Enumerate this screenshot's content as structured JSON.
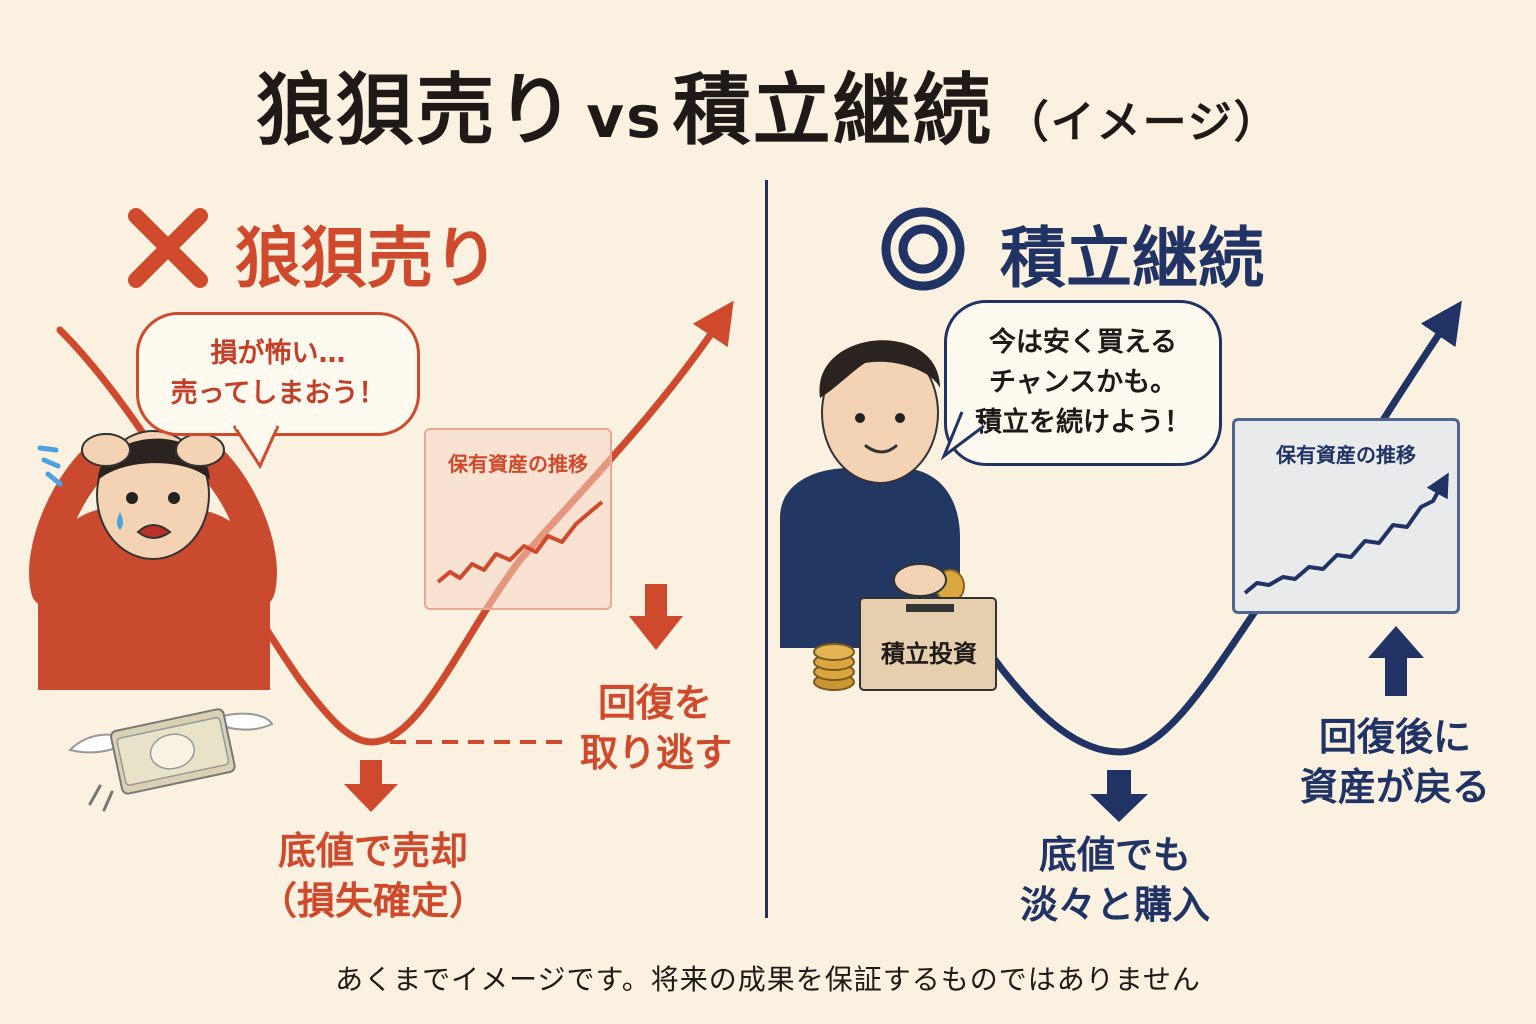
{
  "title": {
    "main_left": "狼狽売り",
    "vs": "vs",
    "main_right": "積立継続",
    "note": "（イメージ）"
  },
  "left": {
    "mark": "×",
    "heading": "狼狽売り",
    "speech_line1": "損が怖い…",
    "speech_line2": "売ってしまおう！",
    "minichart_title": "保有資産の推移",
    "caption_bottom_line1": "底値で売却",
    "caption_bottom_line2": "（損失確定）",
    "caption_miss_line1": "回復を",
    "caption_miss_line2": "取り逃す",
    "color": "#cf4a2c"
  },
  "right": {
    "mark": "◎",
    "heading": "積立継続",
    "speech_line1": "今は安く買える",
    "speech_line2": "チャンスかも。",
    "speech_line3": "積立を続けよう！",
    "minichart_title": "保有資産の推移",
    "box_label": "積立投資",
    "caption_bottom_line1": "底値でも",
    "caption_bottom_line2": "淡々と購入",
    "caption_recover_line1": "回復後に",
    "caption_recover_line2": "資産が戻る",
    "color": "#213364"
  },
  "disclaimer": "あくまでイメージです。将来の成果を保証するものではありません"
}
